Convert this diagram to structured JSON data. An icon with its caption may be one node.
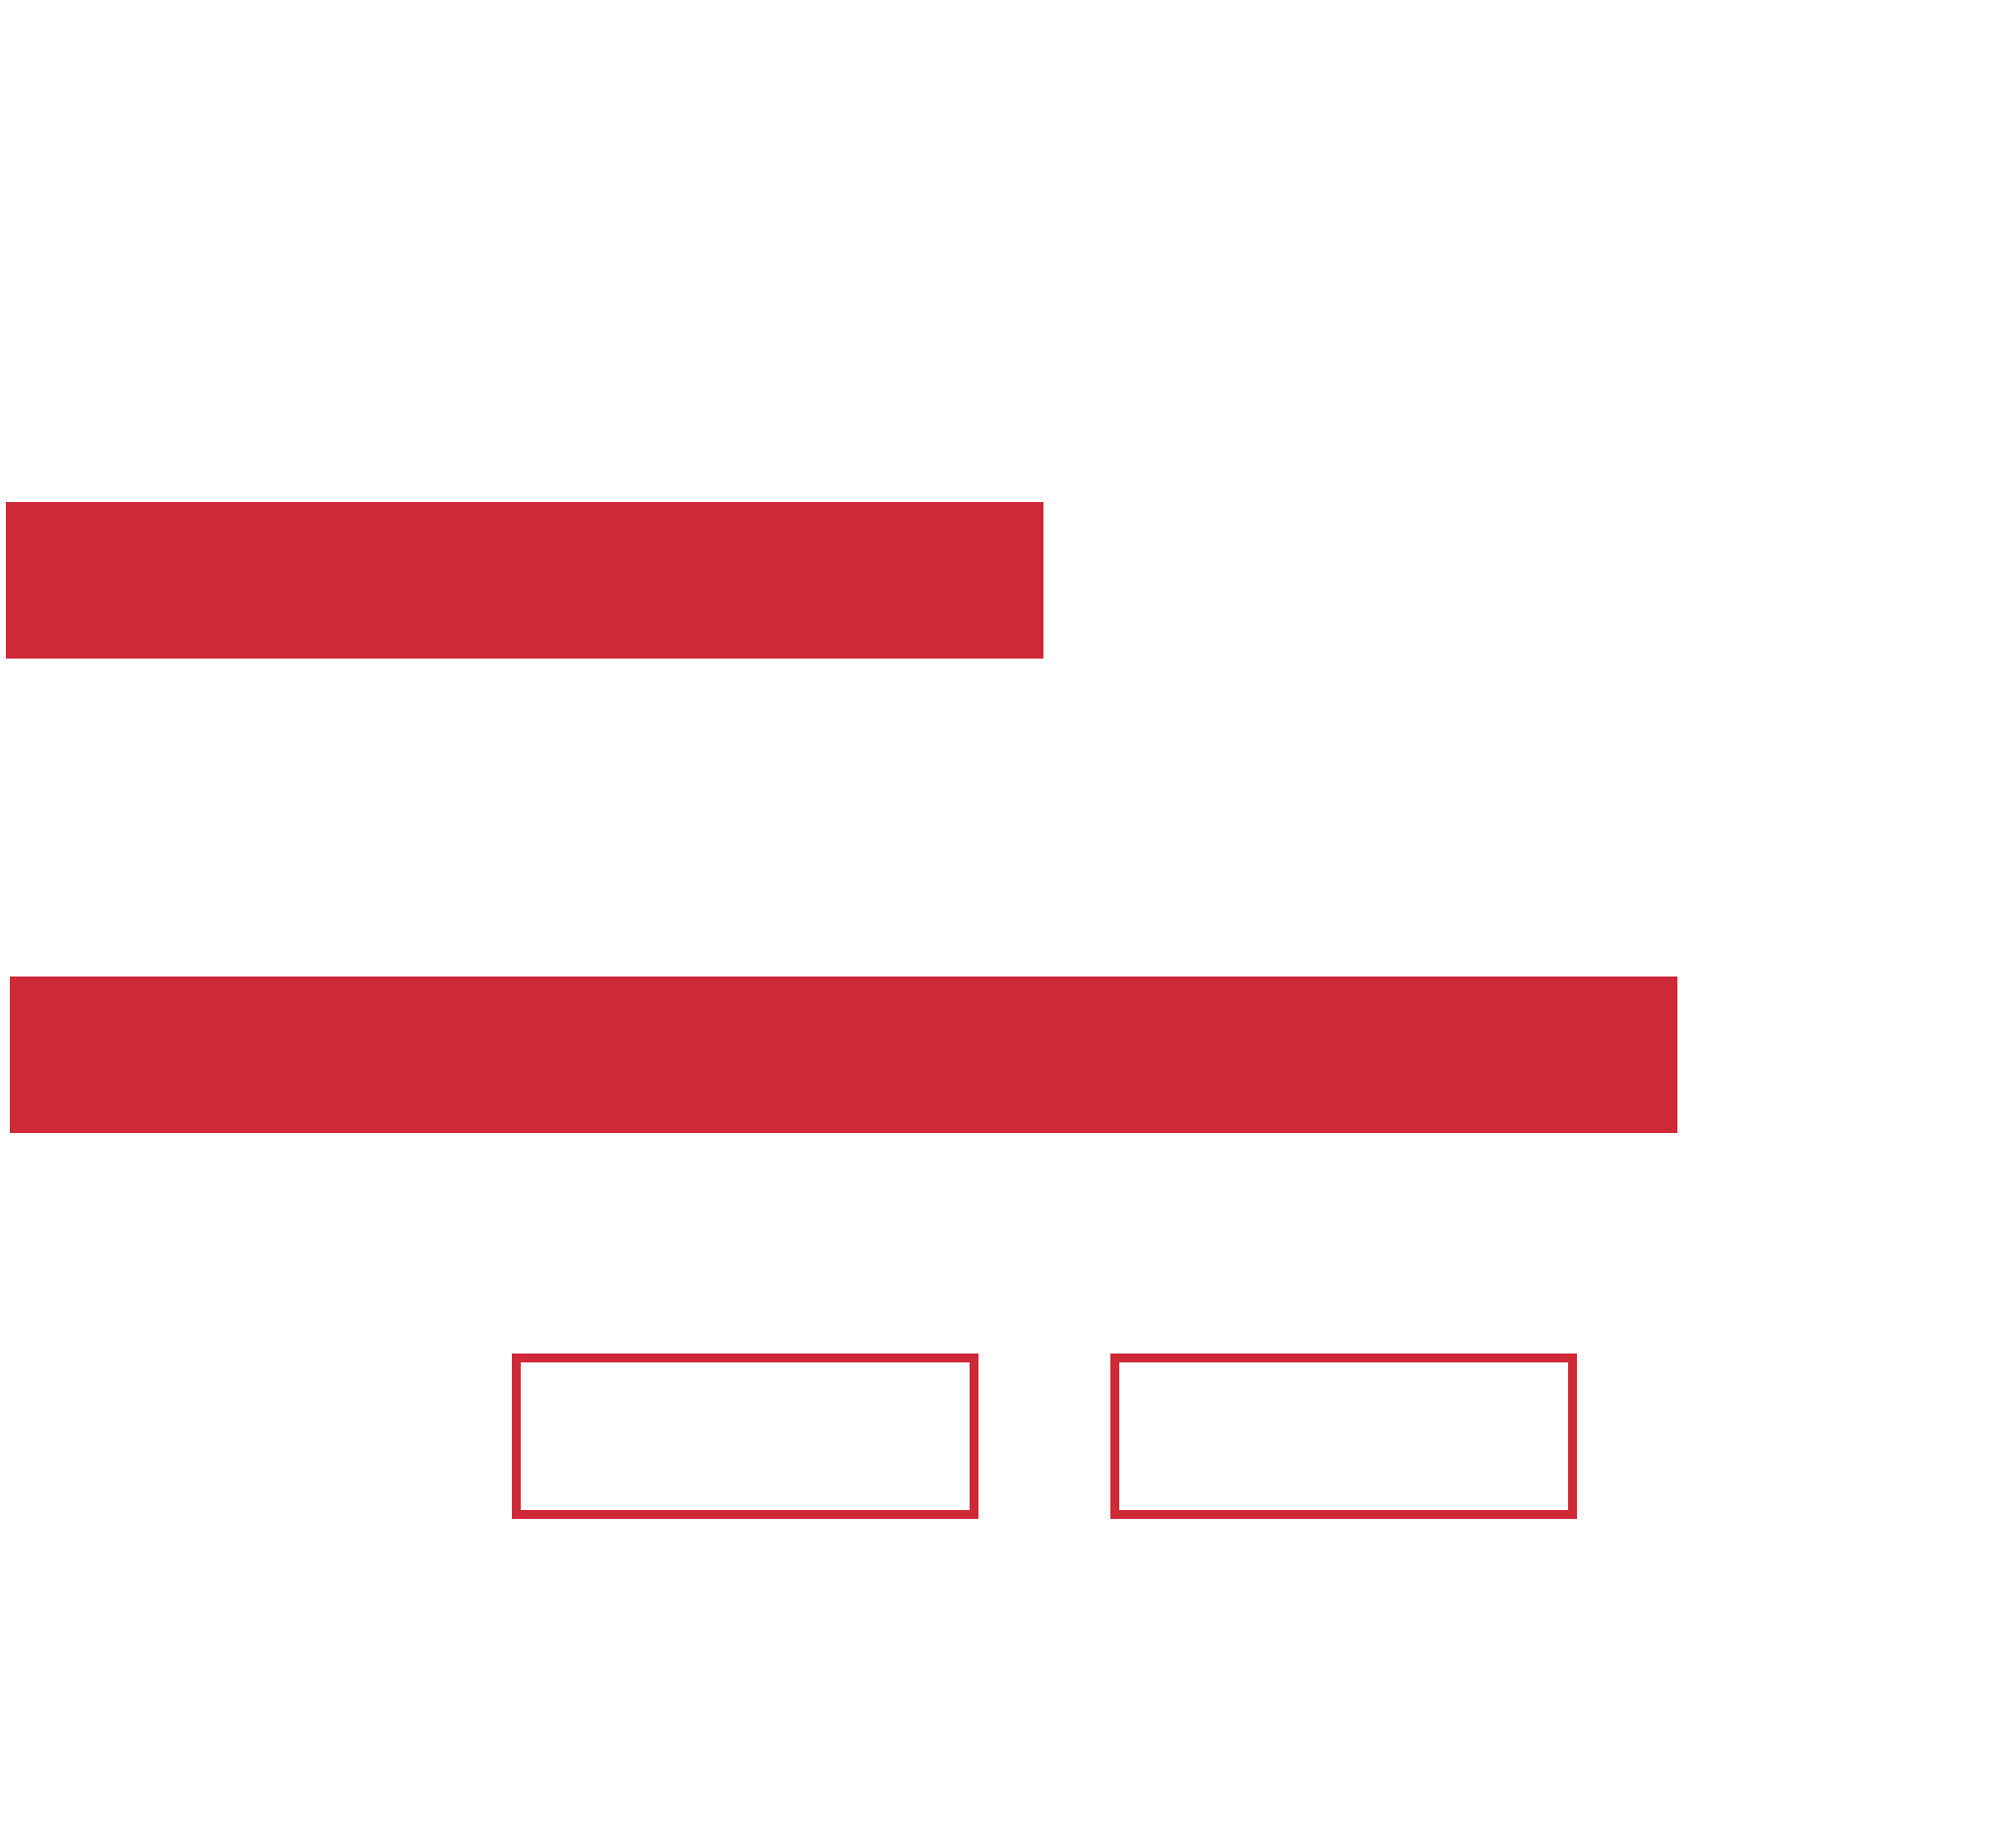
{
  "diagram": {
    "nodes": [
      {
        "text": [],
        "shape": "bar"
      },
      {
        "text": [],
        "shape": "bar"
      },
      {
        "text": [],
        "shape": "box"
      },
      {
        "text": [],
        "shape": "box"
      }
    ]
  }
}
